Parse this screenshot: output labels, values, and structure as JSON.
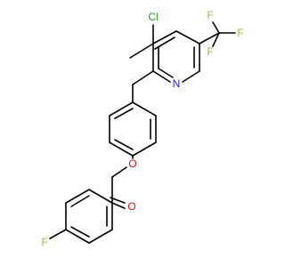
{
  "molecule": {
    "atom_labels": {
      "chlorine": "Cl",
      "fluorine_cf3_top": "F",
      "fluorine_cf3_right": "F",
      "fluorine_cf3_bottom": "F",
      "pyridine_nitrogen": "N",
      "ether_oxygen": "O",
      "carbonyl_oxygen": "O",
      "aryl_fluorine": "F"
    },
    "colors": {
      "bond": "#000000",
      "carbon": "#000000",
      "nitrogen": "#1f1fe0",
      "oxygen": "#e0140b",
      "chlorine": "#1fa01f",
      "fluorine": "#8ec23f"
    }
  }
}
